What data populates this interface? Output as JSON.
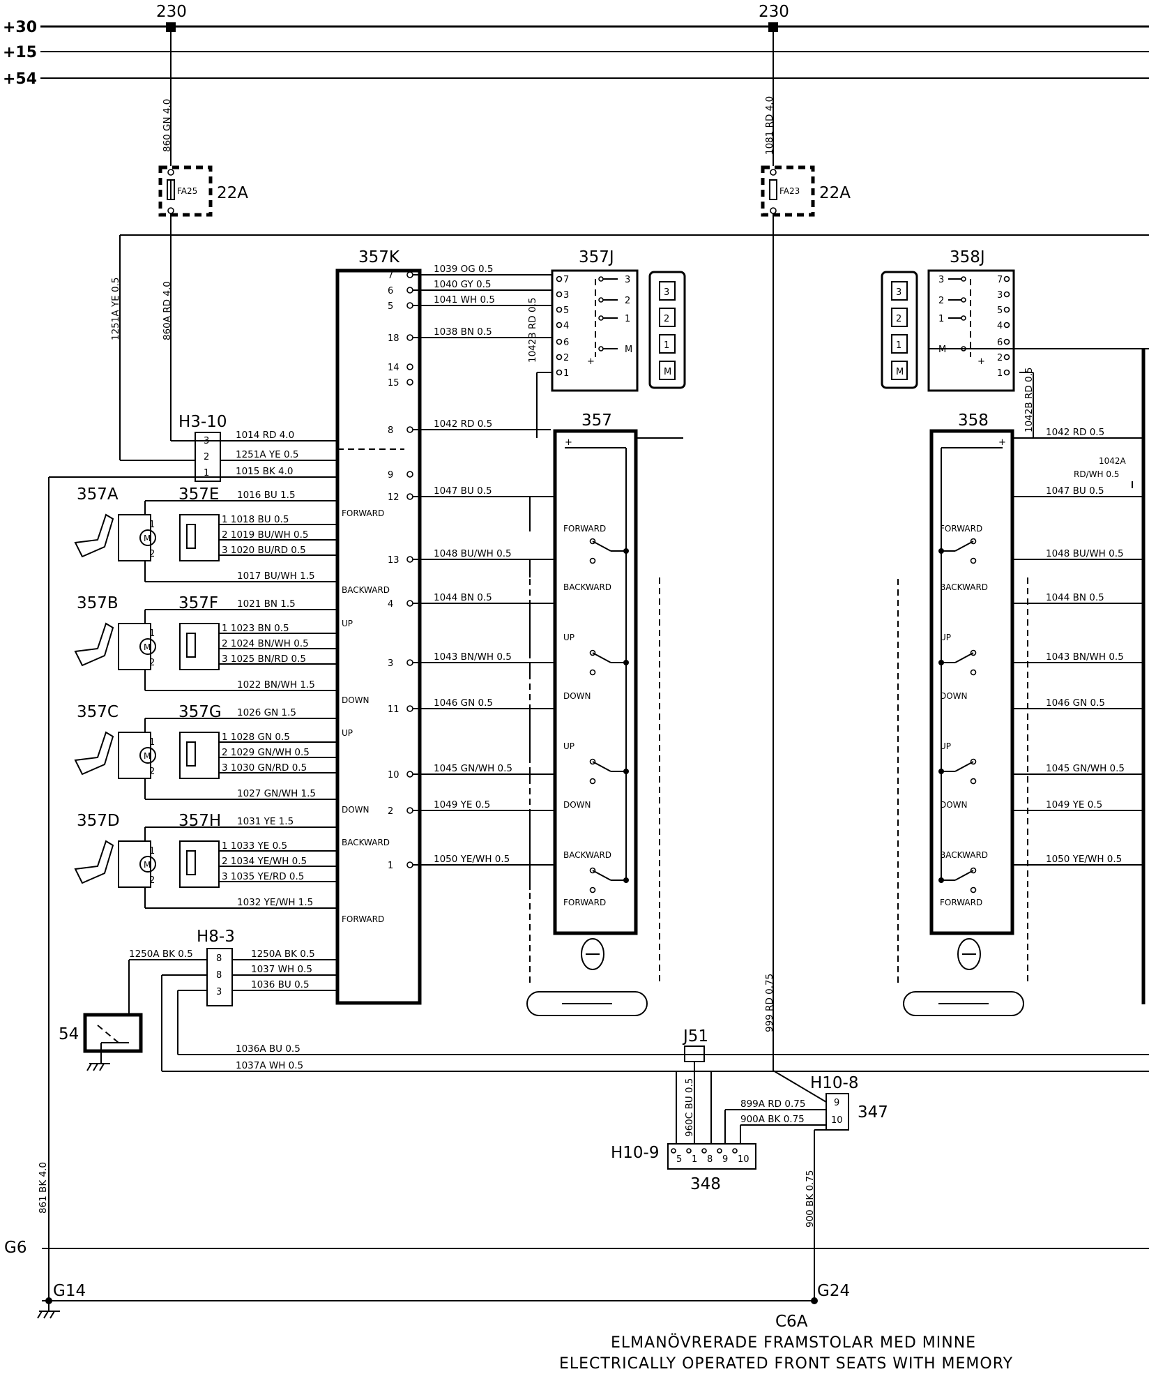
{
  "buses": {
    "b30": "+30",
    "b15": "+15",
    "b54": "+54"
  },
  "feed_points": {
    "left": "230",
    "right": "230"
  },
  "fuses": {
    "left": {
      "id": "FA25",
      "rating": "22A"
    },
    "right": {
      "id": "FA23",
      "rating": "22A"
    }
  },
  "supply_wires": {
    "w860": "860 GN 4.0",
    "w860a": "860A RD 4.0",
    "w1251a": "1251A YE 0.5",
    "w1081": "1081 RD 4.0",
    "w999": "999 RD 0.75",
    "w900": "900 BK 0.75",
    "w861": "861 BK 4.0"
  },
  "connectors": {
    "h3_10": "H3-10",
    "h8_3": "H8-3",
    "j51": "J51",
    "h10_8": "H10-8",
    "h10_9": "H10-9"
  },
  "h3_pins": [
    "3",
    "2",
    "1"
  ],
  "h3_wires": [
    "1014 RD 4.0",
    "1251A YE 0.5",
    "1015 BK 4.0"
  ],
  "h8_pins": [
    "8",
    "8",
    "3"
  ],
  "h8_wires": [
    "1250A BK 0.5",
    "1037 WH 0.5",
    "1036 BU 0.5"
  ],
  "h8_left_wire": "1250A BK 0.5",
  "h10_8_pins": [
    "9",
    "10"
  ],
  "h10_9_pins": [
    "5",
    "1",
    "8",
    "9",
    "10"
  ],
  "j51_wires": {
    "w1036a": "1036A BU 0.5",
    "w1037a": "1037A WH 0.5",
    "w960c": "960C BU 0.5",
    "w899a": "899A RD 0.75",
    "w900a": "900A BK 0.75"
  },
  "modules": {
    "m357k": "357K",
    "m357j": "357J",
    "m357": "357",
    "m358j": "358J",
    "m358": "358",
    "m347": "347",
    "m348": "348",
    "m54": "54"
  },
  "module_357k_pins": [
    {
      "pin": "7",
      "wire": "1039 OG 0.5"
    },
    {
      "pin": "6",
      "wire": "1040 GY 0.5"
    },
    {
      "pin": "5",
      "wire": "1041 WH 0.5"
    },
    {
      "pin": "18",
      "wire": "1038 BN 0.5"
    },
    {
      "pin": "14",
      "wire": ""
    },
    {
      "pin": "15",
      "wire": ""
    },
    {
      "pin": "8",
      "wire": "1042 RD 0.5"
    },
    {
      "pin": "9",
      "wire": ""
    },
    {
      "pin": "12",
      "wire": "1047 BU 0.5"
    },
    {
      "pin": "13",
      "wire": "1048 BU/WH 0.5"
    },
    {
      "pin": "4",
      "wire": "1044 BN 0.5"
    },
    {
      "pin": "3",
      "wire": "1043 BN/WH 0.5"
    },
    {
      "pin": "11",
      "wire": "1046 GN 0.5"
    },
    {
      "pin": "10",
      "wire": "1045 GN/WH 0.5"
    },
    {
      "pin": "2",
      "wire": "1049 YE 0.5"
    },
    {
      "pin": "1",
      "wire": "1050 YE/WH 0.5"
    }
  ],
  "module_357k_inner": [
    "FORWARD",
    "BACKWARD",
    "UP",
    "DOWN",
    "UP",
    "DOWN",
    "BACKWARD",
    "FORWARD"
  ],
  "memory_buttons": [
    "3",
    "2",
    "1",
    "M"
  ],
  "j_switch_pins_left": [
    "7",
    "3",
    "5",
    "4",
    "6",
    "2",
    "1"
  ],
  "j_switch_pins_right": [
    "3",
    "2",
    "1",
    "M",
    "+"
  ],
  "w1042b": "1042B RD 0.5",
  "w1042a": {
    "line1": "1042A",
    "line2": "RD/WH 0.5"
  },
  "switch_labels": [
    "FORWARD",
    "BACKWARD",
    "UP",
    "DOWN",
    "UP",
    "DOWN",
    "BACKWARD",
    "FORWARD"
  ],
  "switch_plus": "+",
  "motor_units": [
    {
      "seat": "357A",
      "sensor": "357E",
      "motor_top": "1016 BU 1.5",
      "motor_bottom": "1017 BU/WH 1.5",
      "sensor_wires": [
        "1 1018 BU 0.5",
        "2 1019 BU/WH 0.5",
        "3 1020 BU/RD 0.5"
      ]
    },
    {
      "seat": "357B",
      "sensor": "357F",
      "motor_top": "1021 BN 1.5",
      "motor_bottom": "1022 BN/WH 1.5",
      "sensor_wires": [
        "1 1023 BN 0.5",
        "2 1024 BN/WH 0.5",
        "3 1025 BN/RD 0.5"
      ]
    },
    {
      "seat": "357C",
      "sensor": "357G",
      "motor_top": "1026 GN 1.5",
      "motor_bottom": "1027 GN/WH 1.5",
      "sensor_wires": [
        "1 1028 GN 0.5",
        "2 1029 GN/WH 0.5",
        "3 1030 GN/RD 0.5"
      ]
    },
    {
      "seat": "357D",
      "sensor": "357H",
      "motor_top": "1031 YE 1.5",
      "motor_bottom": "1032 YE/WH 1.5",
      "sensor_wires": [
        "1 1033 YE 0.5",
        "2 1034 YE/WH 0.5",
        "3 1035 YE/RD 0.5"
      ]
    }
  ],
  "motor_pins": [
    "1",
    "2"
  ],
  "motor_symbol": "M",
  "grounds": {
    "g6": "G6",
    "g14": "G14",
    "g24": "G24"
  },
  "caption": {
    "code": "C6A",
    "swedish": "ELMANÖVRERADE FRAMSTOLAR MED MINNE",
    "english": "ELECTRICALLY OPERATED FRONT SEATS WITH MEMORY"
  }
}
